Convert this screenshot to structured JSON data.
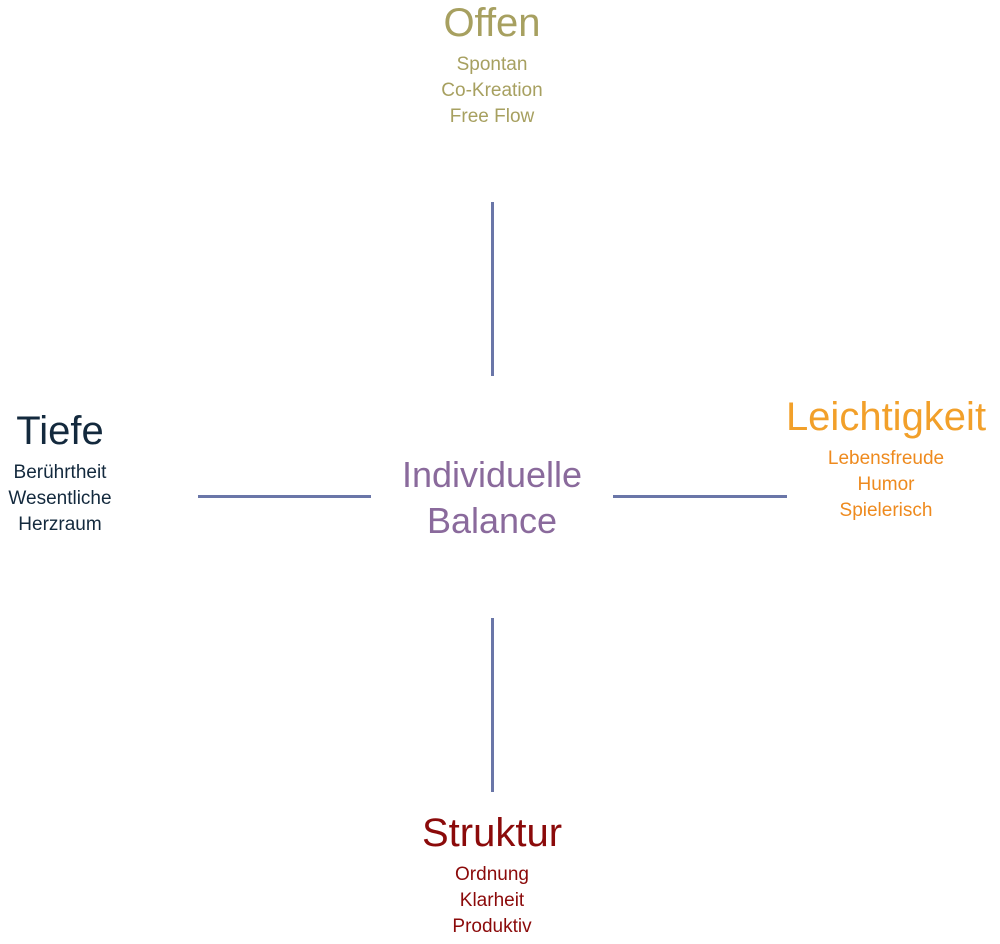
{
  "center": {
    "line1": "Individuelle",
    "line2": "Balance",
    "color": "#8a6a9c"
  },
  "connector_color": "#6a76a8",
  "nodes": {
    "top": {
      "title": "Offen",
      "items": [
        "Spontan",
        "Co-Kreation",
        "Free Flow"
      ],
      "color": "#a7a060"
    },
    "left": {
      "title": "Tiefe",
      "items": [
        "Berührtheit",
        "Wesentliche",
        "Herzraum"
      ],
      "color": "#13293d"
    },
    "right": {
      "title": "Leichtigkeit",
      "items": [
        "Lebensfreude",
        "Humor",
        "Spielerisch"
      ],
      "color": "#f2a02a",
      "item_color": "#ee8a1e"
    },
    "bottom": {
      "title": "Struktur",
      "items": [
        "Ordnung",
        "Klarheit",
        "Produktiv"
      ],
      "color": "#8b0a0a"
    }
  }
}
